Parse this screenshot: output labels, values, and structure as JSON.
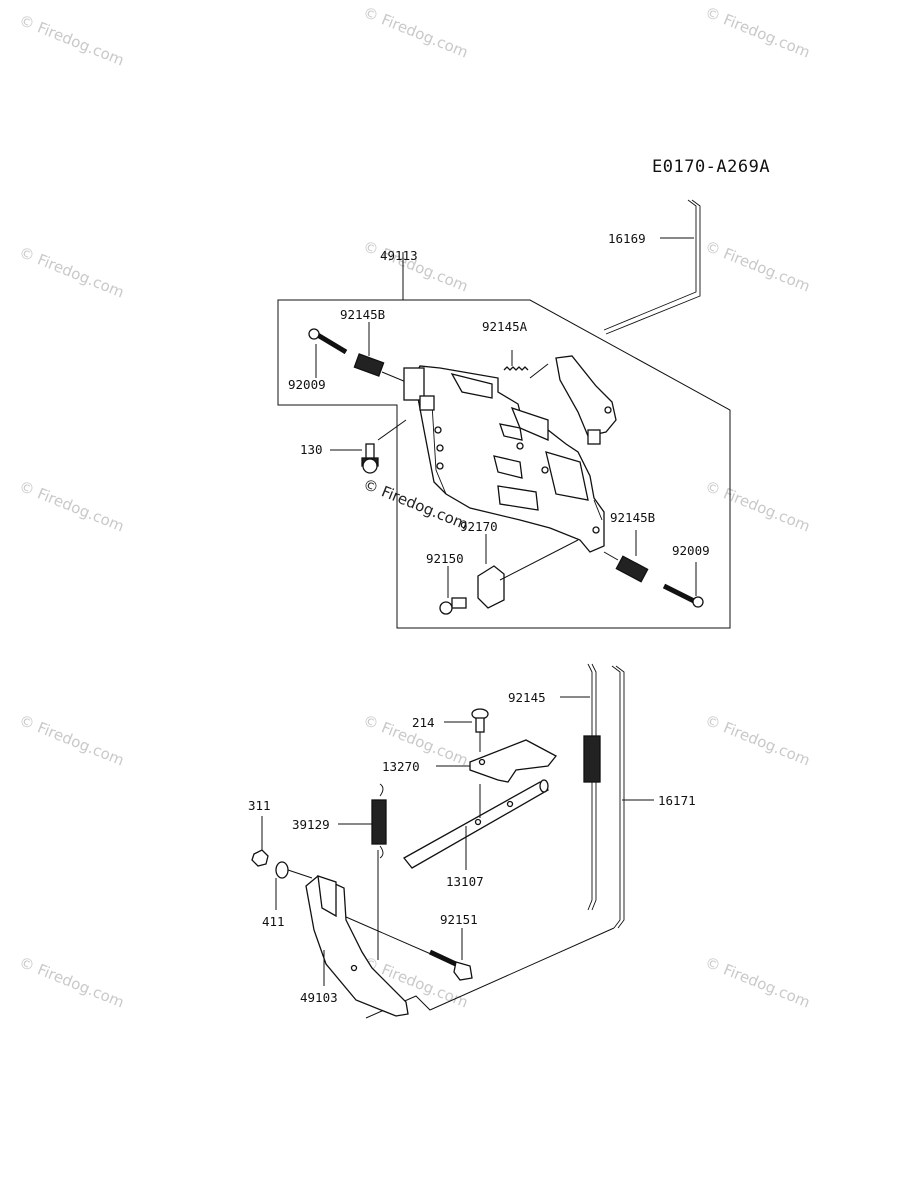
{
  "diagram_code": "E0170-A269A",
  "watermark": "© Firedog.com",
  "parts": [
    {
      "id": "p16169",
      "label": "16169"
    },
    {
      "id": "p49113",
      "label": "49113"
    },
    {
      "id": "p92145B_a",
      "label": "92145B"
    },
    {
      "id": "p92145A",
      "label": "92145A"
    },
    {
      "id": "p92009_a",
      "label": "92009"
    },
    {
      "id": "p130",
      "label": "130"
    },
    {
      "id": "p92170",
      "label": "92170"
    },
    {
      "id": "p92145B_b",
      "label": "92145B"
    },
    {
      "id": "p92150",
      "label": "92150"
    },
    {
      "id": "p92009_b",
      "label": "92009"
    },
    {
      "id": "p92145",
      "label": "92145"
    },
    {
      "id": "p214",
      "label": "214"
    },
    {
      "id": "p13270",
      "label": "13270"
    },
    {
      "id": "p311",
      "label": "311"
    },
    {
      "id": "p39129",
      "label": "39129"
    },
    {
      "id": "p16171",
      "label": "16171"
    },
    {
      "id": "p13107",
      "label": "13107"
    },
    {
      "id": "p411",
      "label": "411"
    },
    {
      "id": "p92151",
      "label": "92151"
    },
    {
      "id": "p49103",
      "label": "49103"
    }
  ]
}
